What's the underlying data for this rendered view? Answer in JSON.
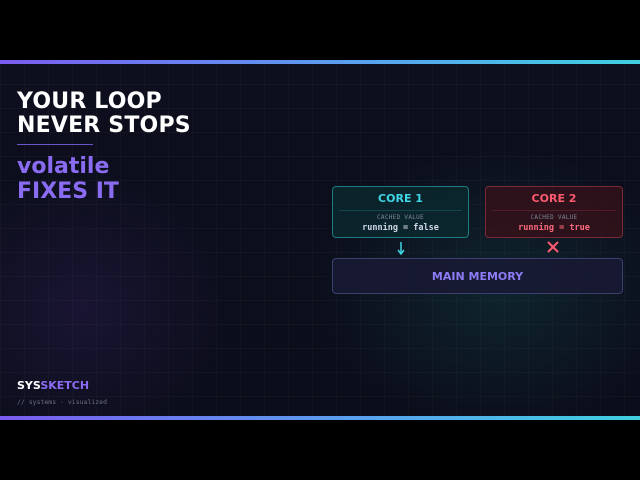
{
  "headline": {
    "line1": "YOUR LOOP",
    "line2": "NEVER STOPS"
  },
  "subheadline": {
    "line1": "volatile",
    "line2": "FIXES IT"
  },
  "diagram": {
    "core1": {
      "title": "CORE 1",
      "caption": "CACHED VALUE",
      "value": "running = false",
      "status": "arrow-down-icon"
    },
    "core2": {
      "title": "CORE 2",
      "caption": "CACHED VALUE",
      "value": "running = true",
      "status": "cross-icon"
    },
    "memory": {
      "label": "MAIN MEMORY"
    }
  },
  "brand": {
    "part1": "SYS",
    "part2": "SKETCH",
    "tagline": "// systems · visualized"
  },
  "colors": {
    "accent_purple": "#8a6cf2",
    "core1_cyan": "#3fd6e6",
    "core2_red": "#ff5a6e",
    "bar_gradient_start": "#7a5cf0",
    "bar_gradient_end": "#3fd0e0"
  }
}
